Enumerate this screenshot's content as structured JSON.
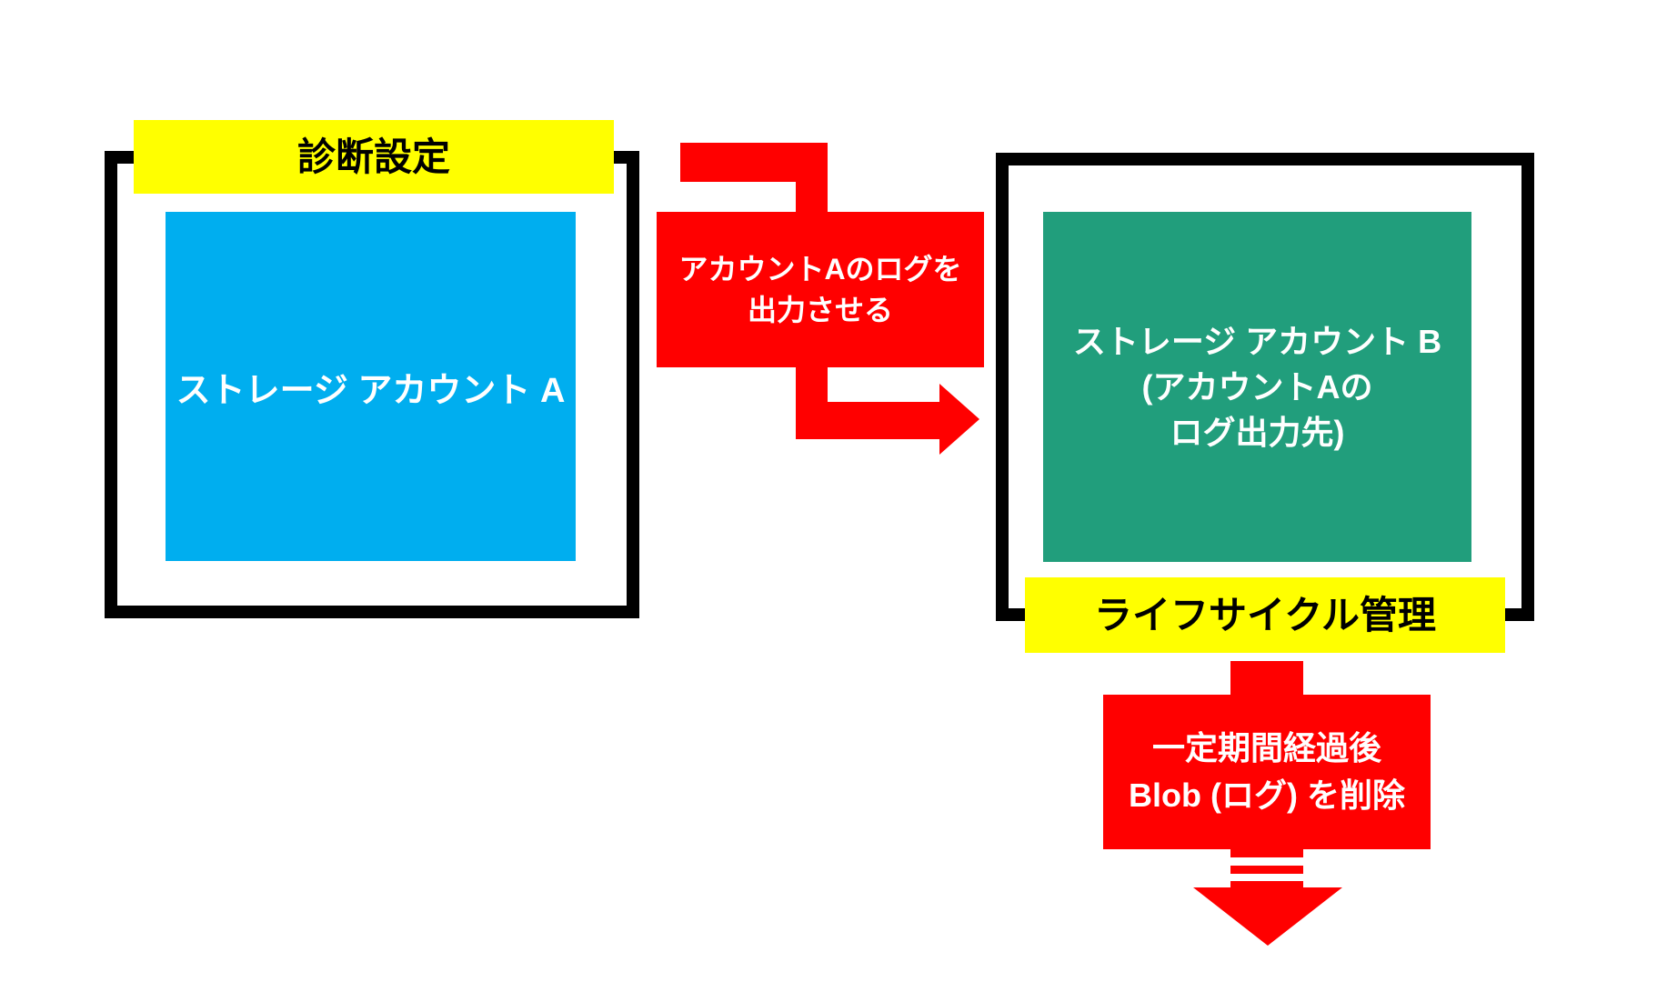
{
  "colors": {
    "blue": "#00AEEF",
    "green": "#219E7C",
    "red": "#FF0000",
    "yellow": "#FFFF00",
    "black": "#000000"
  },
  "left_group": {
    "tag": "診断設定",
    "node": "ストレージ アカウント A"
  },
  "flow_arrow": {
    "line1": "アカウントAのログを",
    "line2": "出力させる"
  },
  "right_group": {
    "node_line1": "ストレージ アカウント B",
    "node_line2": "(アカウントAの",
    "node_line3": "ログ出力先)",
    "tag": "ライフサイクル管理"
  },
  "delete_arrow": {
    "line1": "一定期間経過後",
    "line2": "Blob (ログ) を削除"
  }
}
